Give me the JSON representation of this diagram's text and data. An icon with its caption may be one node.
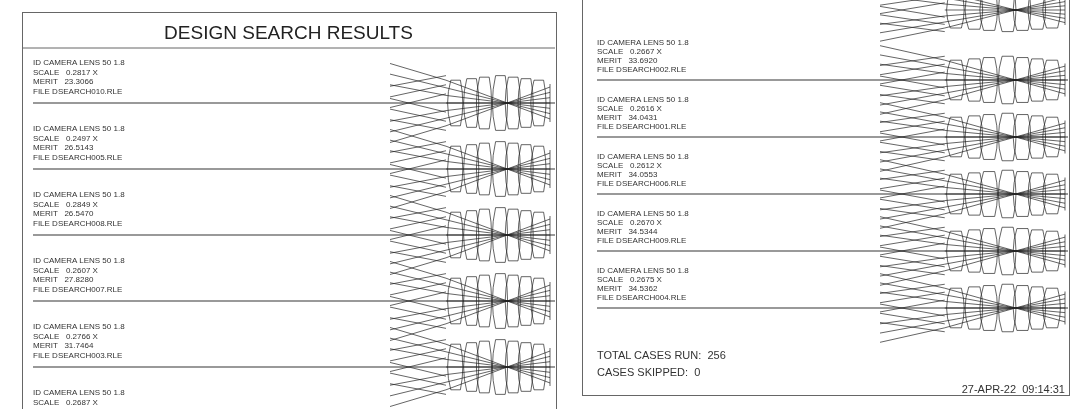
{
  "diagram": {
    "title": "DESIGN SEARCH RESULTS",
    "labels": [
      "ID CAMERA LENS 50 1.8",
      "SCALE   0.2817 X",
      "MERIT   23.3066",
      "FILE DSEARCH010.RLE",
      "ID CAMERA LENS 50 1.8",
      "SCALE   0.2497 X",
      "MERIT   26.5143",
      "FILE DSEARCH005.RLE",
      "ID CAMERA LENS 50 1.8",
      "SCALE   0.2849 X",
      "MERIT   26.5470",
      "FILE DSEARCH008.RLE",
      "ID CAMERA LENS 50 1.8",
      "SCALE   0.2607 X",
      "MERIT   27.8280",
      "FILE DSEARCH007.RLE",
      "ID CAMERA LENS 50 1.8",
      "SCALE   0.2766 X",
      "MERIT   31.7464",
      "FILE DSEARCH003.RLE",
      "ID CAMERA LENS 50 1.8",
      "SCALE   0.2687 X",
      "ID CAMERA LENS 50 1.8",
      "SCALE   0.2667 X",
      "MERIT   33.6920",
      "FILE DSEARCH002.RLE",
      "ID CAMERA LENS 50 1.8",
      "SCALE   0.2616 X",
      "MERIT   34.0431",
      "FILE DSEARCH001.RLE",
      "ID CAMERA LENS 50 1.8",
      "SCALE   0.2612 X",
      "MERIT   34.0553",
      "FILE DSEARCH006.RLE",
      "ID CAMERA LENS 50 1.8",
      "SCALE   0.2670 X",
      "MERIT   34.5344",
      "FILE DSEARCH009.RLE",
      "ID CAMERA LENS 50 1.8",
      "SCALE   0.2675 X",
      "MERIT   34.5362",
      "FILE DSEARCH004.RLE",
      "TOTAL CASES RUN:  256",
      "CASES SKIPPED:  0",
      "27-APR-22  09:14:31"
    ]
  }
}
